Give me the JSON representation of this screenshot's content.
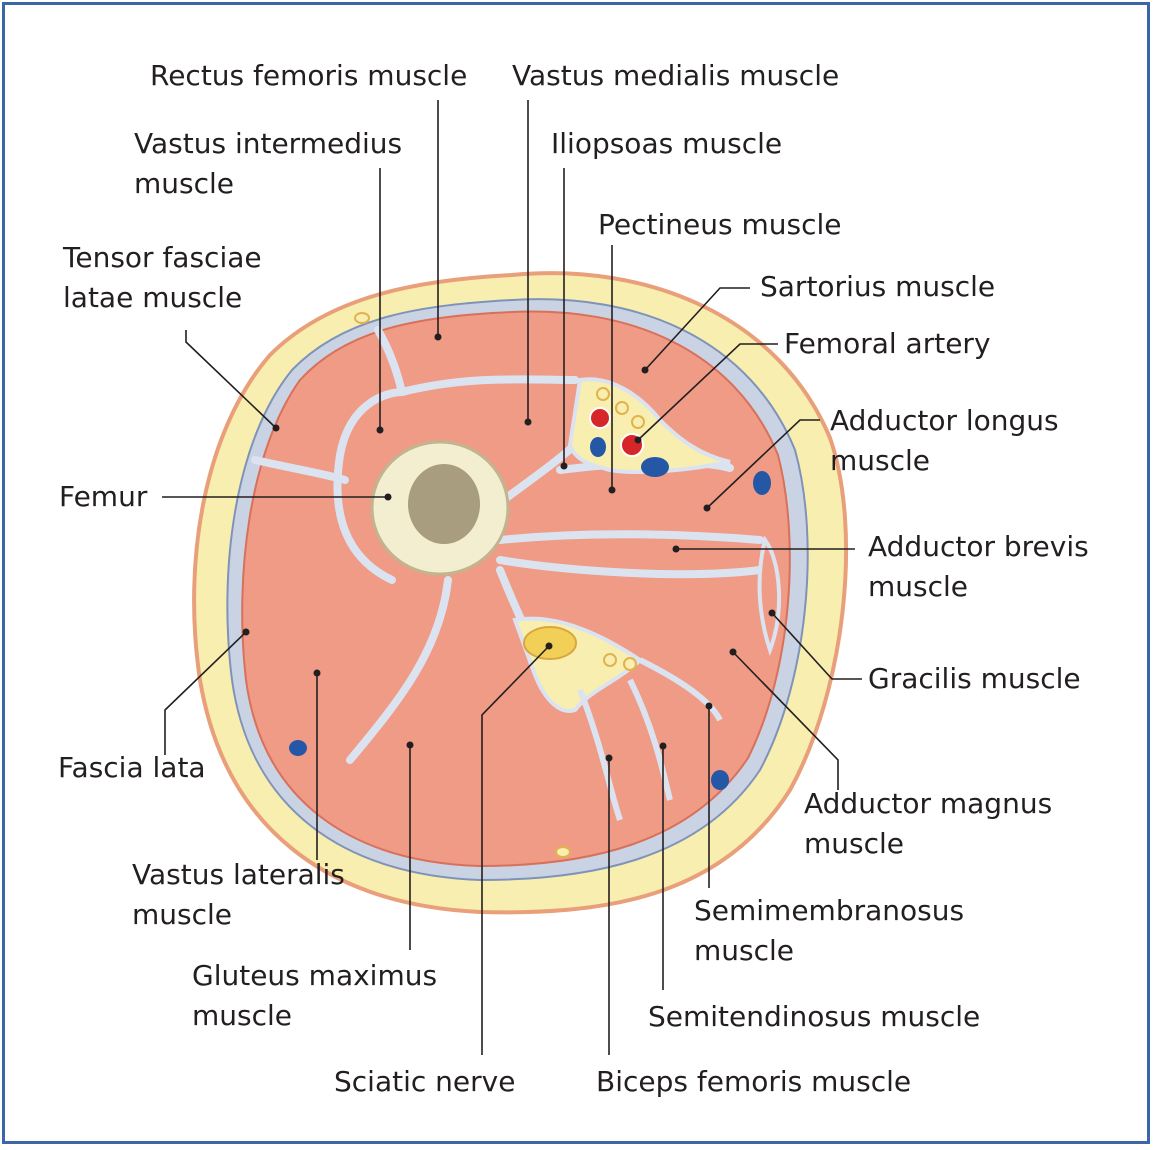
{
  "labels": {
    "rectus_femoris": "Rectus femoris muscle",
    "vastus_medialis": "Vastus medialis muscle",
    "vastus_intermedius": [
      "Vastus intermedius",
      "muscle"
    ],
    "iliopsoas": "Iliopsoas muscle",
    "pectineus": "Pectineus muscle",
    "tensor_fasciae_latae": [
      "Tensor fasciae",
      "latae muscle"
    ],
    "sartorius": "Sartorius muscle",
    "femoral_artery": "Femoral artery",
    "adductor_longus": [
      "Adductor longus",
      "muscle"
    ],
    "femur": "Femur",
    "adductor_brevis": [
      "Adductor brevis",
      "muscle"
    ],
    "gracilis": "Gracilis muscle",
    "fascia_lata": "Fascia lata",
    "adductor_magnus": [
      "Adductor magnus",
      "muscle"
    ],
    "vastus_lateralis": [
      "Vastus lateralis",
      "muscle"
    ],
    "semimembranosus": [
      "Semimembranosus",
      "muscle"
    ],
    "gluteus_maximus": [
      "Gluteus maximus",
      "muscle"
    ],
    "semitendinosus": "Semitendinosus muscle",
    "sciatic_nerve": "Sciatic nerve",
    "biceps_femoris": "Biceps femoris muscle"
  },
  "colors": {
    "frame": "#3a67a8",
    "skin": "#e9a07a",
    "fat": "#f8eeb0",
    "fascia": "#c9d3e4",
    "muscle": "#ef9b86",
    "muscle_edge": "#d9705a",
    "bone": "#f3eed0",
    "marrow": "#a89d7e",
    "artery": "#d7262a",
    "vein": "#2457a6",
    "nerve": "#f2cf56",
    "leader": "#231f20"
  }
}
